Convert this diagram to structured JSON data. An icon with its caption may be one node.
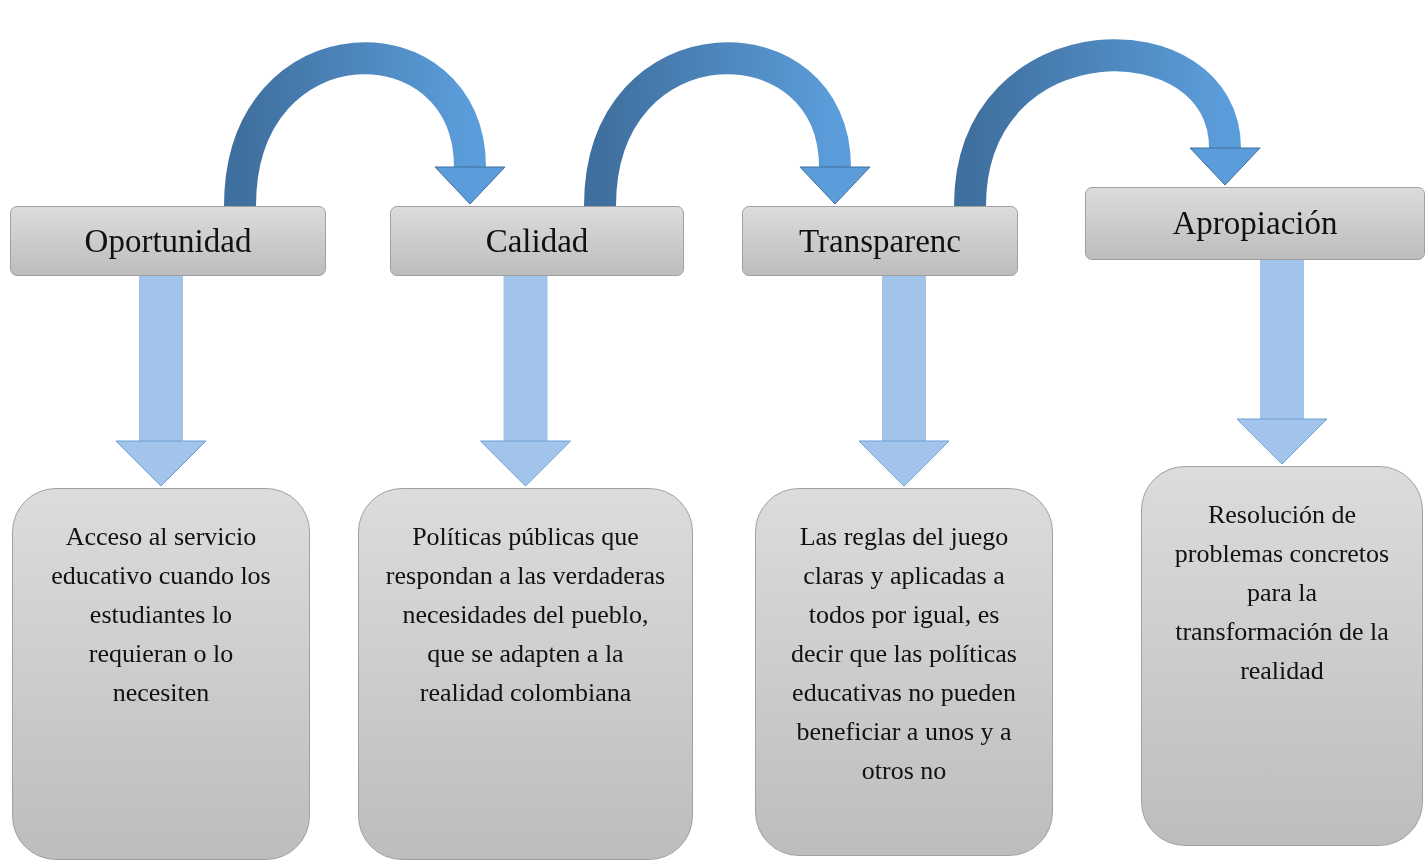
{
  "diagram": {
    "nodes": [
      {
        "text": [
          "Oportunidad"
        ]
      },
      {
        "text": [
          "Calidad"
        ]
      },
      {
        "text": [
          "Transparenc"
        ]
      },
      {
        "text": [
          "Apropiación"
        ]
      },
      {
        "text": [
          "Acceso al servicio educativo cuando los estudiantes lo requieran o lo necesiten"
        ]
      },
      {
        "text": [
          "Políticas públicas que respondan a las verdaderas necesidades del pueblo, que se adapten a la realidad colombiana"
        ]
      },
      {
        "text": [
          "Las reglas del juego claras y aplicadas a todos por igual, es decir que las políticas educativas no pueden beneficiar a unos y a otros no"
        ]
      },
      {
        "text": [
          "Resolución de problemas concretos para la transformación de la realidad"
        ]
      }
    ],
    "edges": [
      {
        "from": 0,
        "to": 1,
        "arrow": "to"
      },
      {
        "from": 1,
        "to": 2,
        "arrow": "to"
      },
      {
        "from": 2,
        "to": 3,
        "arrow": "to"
      },
      {
        "from": 0,
        "to": 4,
        "arrow": "to"
      },
      {
        "from": 1,
        "to": 5,
        "arrow": "to"
      },
      {
        "from": 2,
        "to": 6,
        "arrow": "to"
      },
      {
        "from": 3,
        "to": 7,
        "arrow": "to"
      }
    ]
  }
}
